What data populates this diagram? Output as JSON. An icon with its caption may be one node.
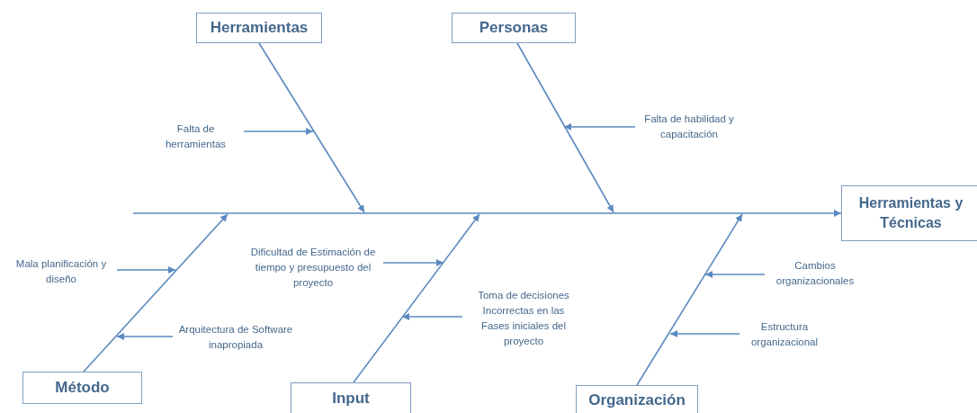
{
  "diagram": {
    "nodes": [
      {
        "text": [
          "Herramientas"
        ]
      },
      {
        "text": [
          "Personas"
        ]
      },
      {
        "text": [
          "Falta de herramientas"
        ]
      },
      {
        "text": [
          "Falta de habilidad y capacitación"
        ]
      },
      {
        "text": [
          "Herramientas y Técnicas"
        ]
      },
      {
        "text": [
          "Mala planificación y diseño"
        ]
      },
      {
        "text": [
          "Dificultad de Estimación de tiempo y presupuesto del proyecto"
        ]
      },
      {
        "text": [
          "Toma de decisiones Incorrectas en las Fases iniciales del proyecto"
        ]
      },
      {
        "text": [
          "Cambios organizacionales"
        ]
      },
      {
        "text": [
          "Arquitectura de Software inapropiada"
        ]
      },
      {
        "text": [
          "Estructura organizacional"
        ]
      },
      {
        "text": [
          "Método"
        ]
      },
      {
        "text": [
          "Input"
        ]
      },
      {
        "text": [
          "Organización"
        ]
      }
    ],
    "edges": [
      {
        "from": null,
        "to": 4,
        "arrow": "to"
      },
      {
        "from": 0,
        "to": null,
        "arrow": "to"
      },
      {
        "from": 1,
        "to": null,
        "arrow": "to"
      },
      {
        "from": 11,
        "to": null,
        "arrow": "to"
      },
      {
        "from": 12,
        "to": null,
        "arrow": "to"
      },
      {
        "from": 13,
        "to": null,
        "arrow": "to"
      },
      {
        "from": 2,
        "to": null,
        "arrow": "to"
      },
      {
        "from": 3,
        "to": null,
        "arrow": "to"
      },
      {
        "from": 5,
        "to": null,
        "arrow": "to"
      },
      {
        "from": 6,
        "to": null,
        "arrow": "to"
      },
      {
        "from": 7,
        "to": null,
        "arrow": "to"
      },
      {
        "from": 9,
        "to": null,
        "arrow": "to"
      },
      {
        "from": 8,
        "to": null,
        "arrow": "to"
      },
      {
        "from": 10,
        "to": null,
        "arrow": "to"
      }
    ]
  }
}
